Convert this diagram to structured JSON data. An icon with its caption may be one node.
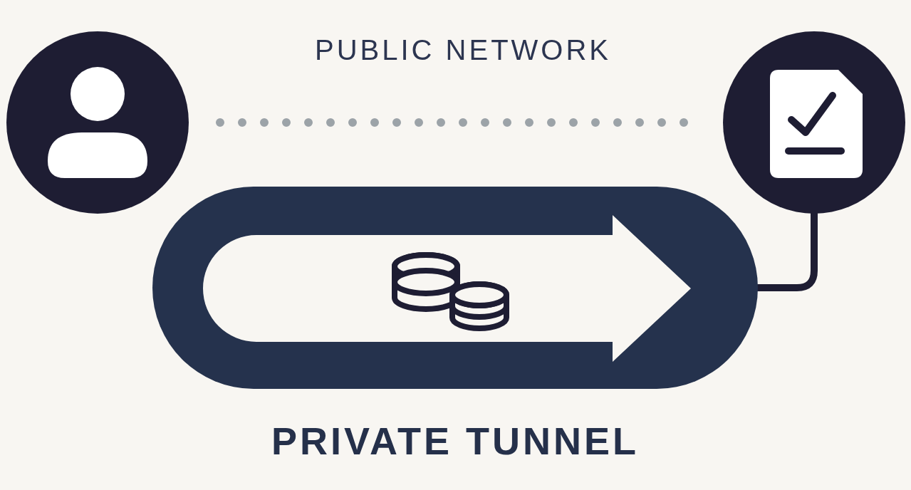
{
  "diagram": {
    "nodes": [
      {
        "text": [],
        "shape": "circle"
      },
      {
        "text": [],
        "shape": "circle"
      },
      {
        "text": [
          "PRIVATE TUNNEL"
        ]
      }
    ],
    "edges": [
      {
        "from": 0,
        "to": 1,
        "arrow": "none",
        "style": "dashed",
        "color": "#9ca3a8"
      },
      {
        "from": 2,
        "to": 1,
        "arrow": "none",
        "color": "#1e1d33"
      }
    ],
    "labels": [
      "PUBLIC NETWORK"
    ]
  }
}
